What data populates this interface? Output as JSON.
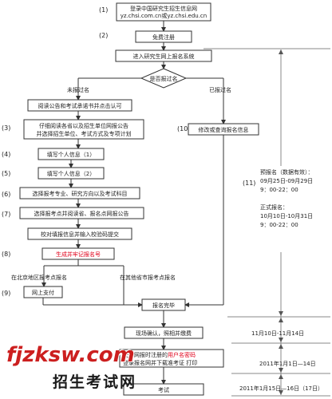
{
  "steps": {
    "s1": {
      "num": "(1)",
      "line1": "登录中国研究生招生信息网",
      "line2": "yz.chsi.com.cn或yz.chsi.edu.cn"
    },
    "s2": {
      "num": "(2)",
      "text": "免费注册"
    },
    "enter": {
      "text": "进入研究生网上报名系统"
    },
    "decision": {
      "text": "是否报过名",
      "no": "未报过名",
      "yes": "已报过名"
    },
    "read": {
      "text": "阅读公告和考试承诺书并点击认可"
    },
    "s3": {
      "num": "(3)",
      "line1": "仔细阅读各省以及招生单位网报公告",
      "line2": "并选择招生单位、考试方式及专项计划"
    },
    "s4": {
      "num": "(4)",
      "text": "填写个人信息（1）"
    },
    "s5": {
      "num": "(5)",
      "text": "填写个人信息（2）"
    },
    "s6": {
      "num": "(6)",
      "text": "选择报考专业、研究方向以及考试科目"
    },
    "s7": {
      "num": "(7)",
      "text": "选择报考点并阅读省、报名点网报公告"
    },
    "check": {
      "text": "校对填报信息并输入校验码提交"
    },
    "s8": {
      "num": "(8)",
      "text": "生成并牢记报名号"
    },
    "beijing": {
      "text": "在北京地区报考点报名"
    },
    "other": {
      "text": "在其他省市报考点报名"
    },
    "s9": {
      "num": "(9)",
      "text": "网上支付"
    },
    "s10": {
      "num": "(10)",
      "text": "修改或查询报名信息"
    },
    "s11": {
      "num": "(11)",
      "pre_title": "预报名（数据有效）：",
      "pre_dates": "09月25日-09月29日",
      "pre_time": "9：00-22：00",
      "formal_title": "正式报名：",
      "formal_dates": "10月10日-10月31日",
      "formal_time": "9：00-22：00"
    },
    "done": {
      "text": "报名完毕"
    },
    "confirm": {
      "text": "现场确认，照相并缴费"
    },
    "confirm_date": {
      "text": "11月10日-11月14日"
    },
    "print": {
      "line1_a": "使用网报时注册的",
      "line1_b": "用户名密码",
      "line2": "登录报名网并下载准考证 打印"
    },
    "print_date": {
      "text": "2011年1月1日—14日"
    },
    "exam": {
      "text": "考试"
    },
    "exam_date": {
      "text": "2011年1月15日—16日（17日）"
    }
  },
  "watermark": {
    "main": "fjzksw.com",
    "sub": "招生考试网"
  },
  "colors": {
    "accent_red": "#e0001a",
    "watermark_red": "#cc1f1f"
  }
}
